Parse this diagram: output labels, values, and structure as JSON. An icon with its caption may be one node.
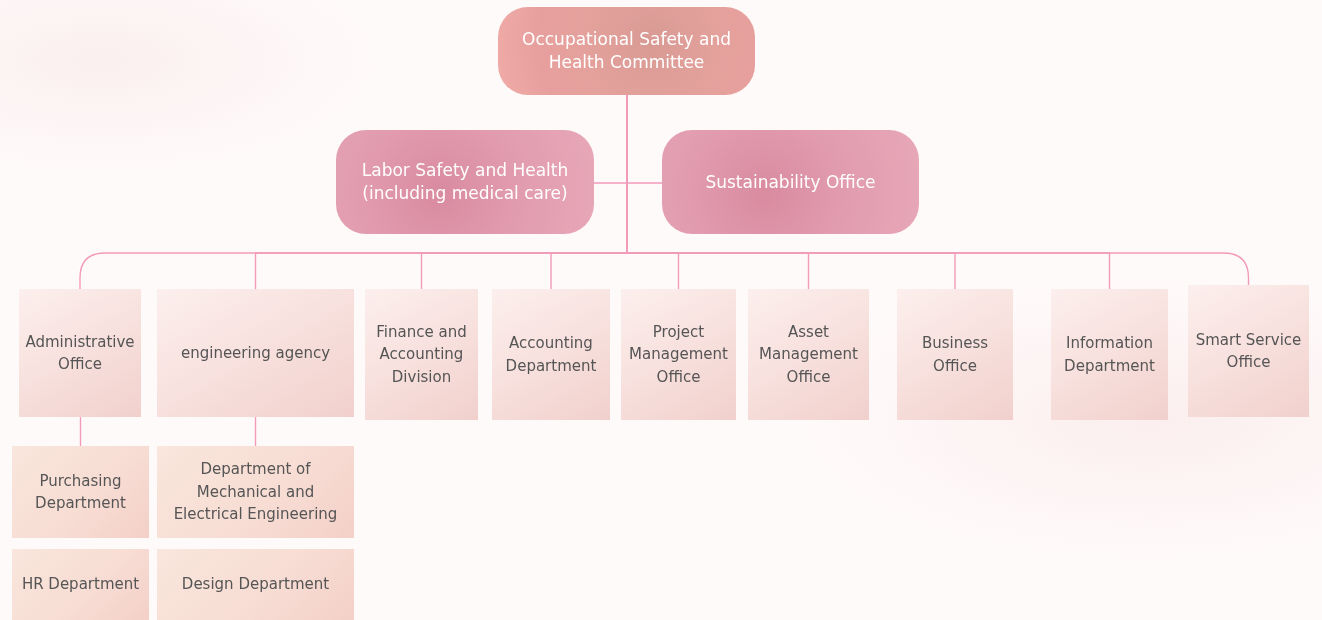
{
  "diagram": {
    "nodes": [
      {
        "text": [
          "Occupational Safety and Health Committee"
        ]
      },
      {
        "text": [
          "Labor Safety and Health (including medical care)"
        ]
      },
      {
        "text": [
          "Sustainability Office"
        ]
      },
      {
        "text": [
          "Administrative Office"
        ]
      },
      {
        "text": [
          "engineering agency"
        ]
      },
      {
        "text": [
          "Finance and Accounting Division"
        ]
      },
      {
        "text": [
          "Accounting Department"
        ]
      },
      {
        "text": [
          "Project Management Office"
        ]
      },
      {
        "text": [
          "Asset Management Office"
        ]
      },
      {
        "text": [
          "Business Office"
        ]
      },
      {
        "text": [
          "Information Department"
        ]
      },
      {
        "text": [
          "Smart Service Office"
        ]
      },
      {
        "text": [
          "Purchasing Department"
        ]
      },
      {
        "text": [
          "HR Department"
        ]
      },
      {
        "text": [
          "Department of Mechanical and Electrical Engineering"
        ]
      },
      {
        "text": [
          "Design Department"
        ]
      }
    ],
    "edges": [
      {
        "from": 0,
        "to": 1,
        "arrow": "none"
      },
      {
        "from": 0,
        "to": 2,
        "arrow": "none"
      },
      {
        "from": 0,
        "to": 3,
        "arrow": "none"
      },
      {
        "from": 0,
        "to": 4,
        "arrow": "none"
      },
      {
        "from": 0,
        "to": 5,
        "arrow": "none"
      },
      {
        "from": 0,
        "to": 6,
        "arrow": "none"
      },
      {
        "from": 0,
        "to": 7,
        "arrow": "none"
      },
      {
        "from": 0,
        "to": 8,
        "arrow": "none"
      },
      {
        "from": 0,
        "to": 9,
        "arrow": "none"
      },
      {
        "from": 0,
        "to": 10,
        "arrow": "none"
      },
      {
        "from": 0,
        "to": 11,
        "arrow": "none"
      },
      {
        "from": 3,
        "to": 12,
        "arrow": "none"
      },
      {
        "from": 4,
        "to": 14,
        "arrow": "none"
      }
    ]
  }
}
